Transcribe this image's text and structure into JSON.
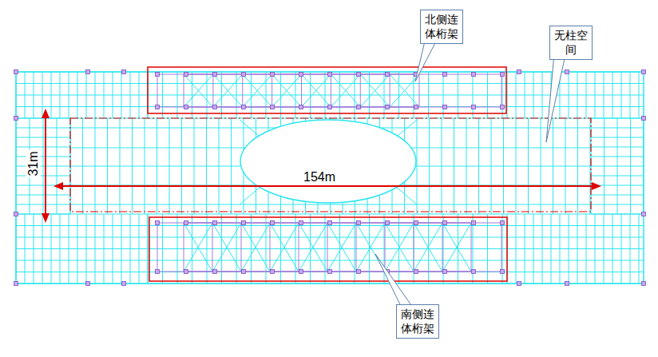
{
  "diagram": {
    "nodes": [
      {
        "text": [
          "北侧连体桁架"
        ]
      },
      {
        "text": [
          "无柱空间"
        ]
      },
      {
        "text": [
          "南侧连体桁架"
        ]
      }
    ],
    "labels": [
      "31m",
      "154m"
    ]
  }
}
